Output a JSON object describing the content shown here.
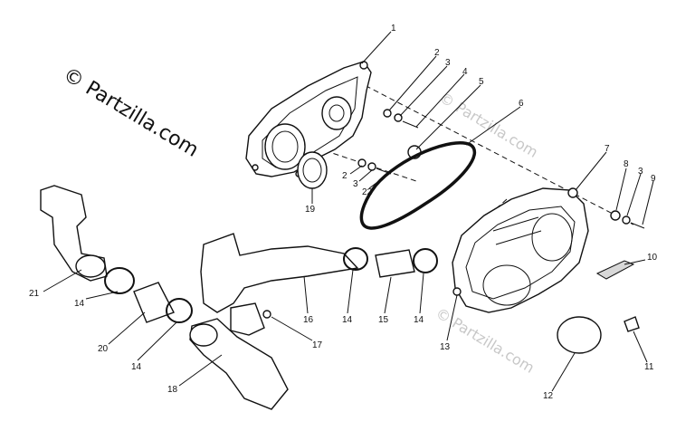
{
  "watermark": {
    "main": "© Partzilla.com",
    "faint_1": "© Partzilla.com",
    "faint_2": "© Partzilla.com"
  },
  "callouts": [
    "1",
    "2",
    "3",
    "4",
    "5",
    "6",
    "7",
    "8",
    "3",
    "9",
    "2",
    "3",
    "22",
    "19",
    "10",
    "21",
    "14",
    "20",
    "14",
    "16",
    "14",
    "15",
    "14",
    "17",
    "18",
    "13",
    "11",
    "12"
  ]
}
